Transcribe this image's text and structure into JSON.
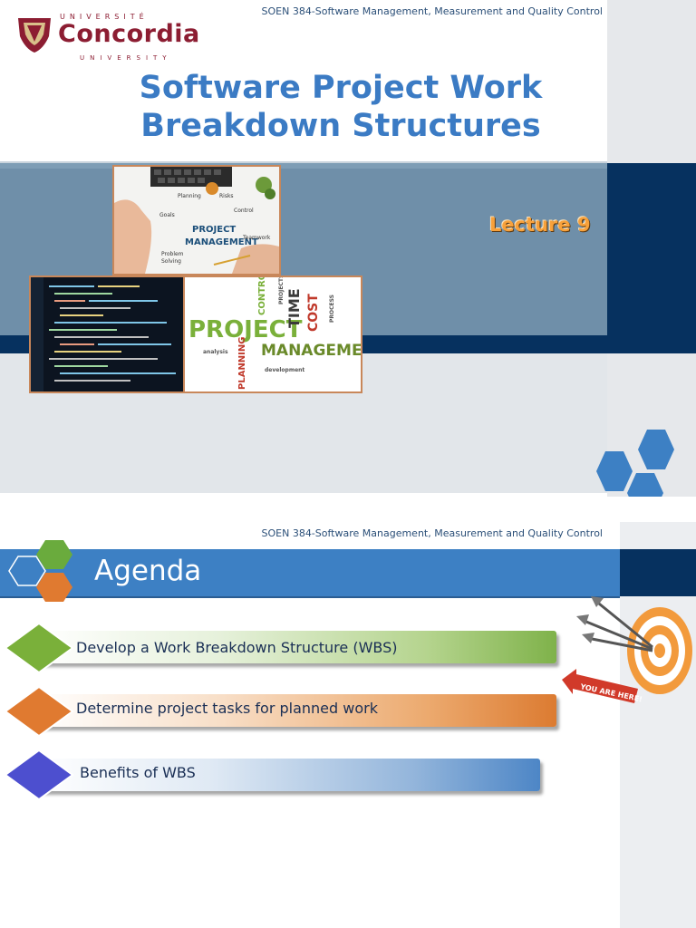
{
  "slide1": {
    "logo": {
      "top_text": "UNIVERSITÉ",
      "name": "Concordia",
      "bottom_text": "UNIVERSITY"
    },
    "course": "SOEN 384-Software Management, Measurement and Quality Control",
    "title_line1": "Software Project Work",
    "title_line2": "Breakdown Structures",
    "lecture": "Lecture 9",
    "images": {
      "project_management_photo": {
        "words": [
          "Planning",
          "Risks",
          "Goals",
          "Control",
          "PROJECT",
          "MANAGEMENT",
          "Teamwork",
          "Problem",
          "Solving"
        ]
      },
      "word_cloud": {
        "words": [
          "PROJECT",
          "MANAGEMENT",
          "TIME",
          "COST",
          "CONTROL",
          "PLANNING"
        ]
      }
    }
  },
  "slide2": {
    "course": "SOEN 384-Software Management, Measurement and Quality Control",
    "heading": "Agenda",
    "items": [
      {
        "label": "Develop a Work Breakdown Structure (WBS)",
        "color": "#7fb24a"
      },
      {
        "label": "Determine project tasks for planned work",
        "color": "#dc7b31"
      },
      {
        "label": "Benefits of WBS",
        "color": "#4d86c6"
      }
    ],
    "target_sign": "YOU ARE HERE!"
  },
  "colors": {
    "title_blue": "#3b7bc4",
    "navy": "#06315f",
    "concordia_red": "#8c1d32",
    "lecture_orange": "#f7a13b"
  }
}
